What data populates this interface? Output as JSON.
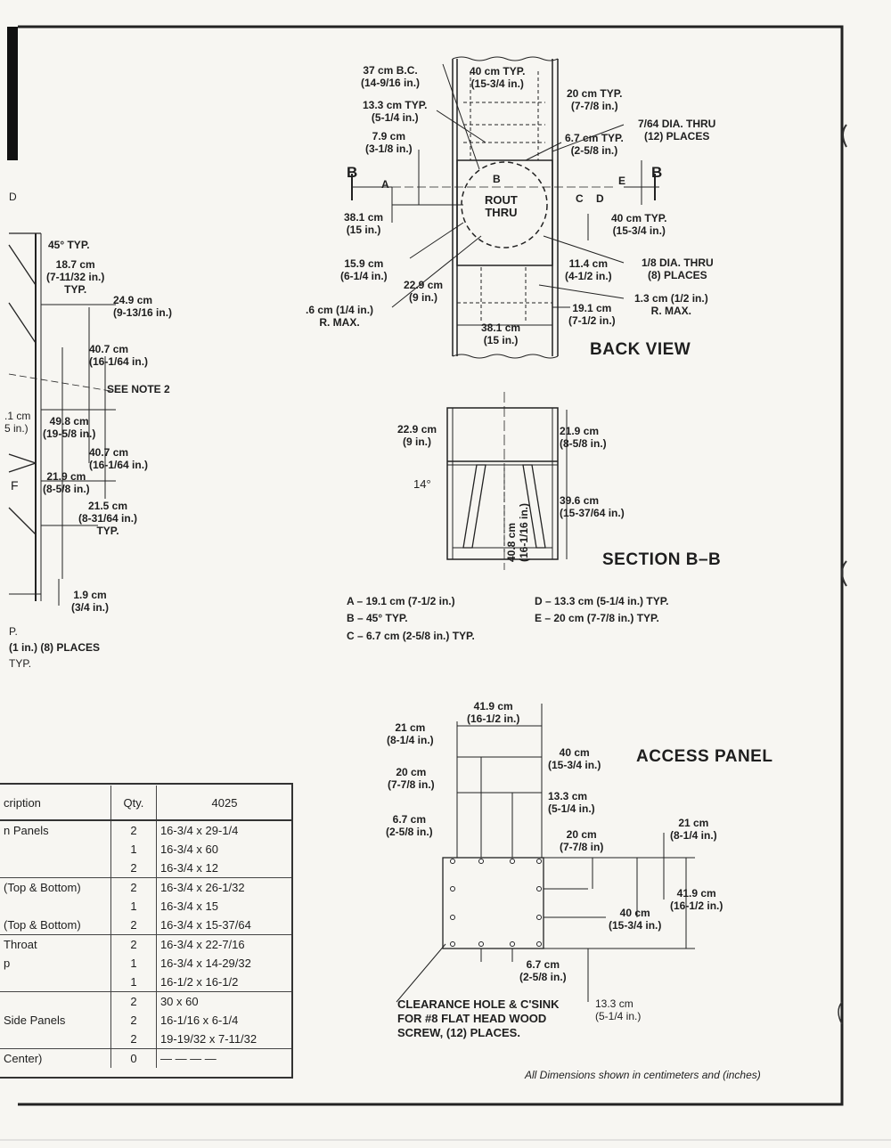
{
  "back_view": {
    "title": "BACK VIEW",
    "labels": {
      "bc": "37 cm B.C.",
      "bc_in": "(14-9/16 in.)",
      "w40": "40 cm TYP.",
      "w40_in": "(15-3/4 in.)",
      "t13": "13.3 cm TYP.",
      "t13_in": "(5-1/4 in.)",
      "t20": "20 cm TYP.",
      "t20_in": "(7-7/8 in.)",
      "hole764": "7/64 DIA. THRU",
      "hole764_pl": "(12) PLACES",
      "t79": "7.9 cm",
      "t79_in": "(3-1/8 in.)",
      "t67": "6.7 cm TYP.",
      "t67_in": "(2-5/8 in.)",
      "sec_b": "B",
      "a": "A",
      "b": "B",
      "c": "C",
      "d": "D",
      "e": "E",
      "rout": "ROUT",
      "thru": "THRU",
      "t381": "38.1 cm",
      "t381_in": "(15 in.)",
      "t40b": "40 cm TYP.",
      "t40b_in": "(15-3/4 in.)",
      "t159": "15.9 cm",
      "t159_in": "(6-1/4 in.)",
      "t229": "22.9 cm",
      "t229_in": "(9 in.)",
      "t114": "11.4 cm",
      "t114_in": "(4-1/2 in.)",
      "hole18": "1/8 DIA. THRU",
      "hole18_pl": "(8) PLACES",
      "t13cm": "1.3 cm (1/2 in.)",
      "rmax": "R. MAX.",
      "t06": ".6 cm (1/4 in.)",
      "rmax2": "R. MAX.",
      "t191": "19.1 cm",
      "t191_in": "(7-1/2 in.)",
      "t381b": "38.1 cm",
      "t381b_in": "(15 in.)"
    }
  },
  "section_bb": {
    "title": "SECTION B–B",
    "labels": {
      "t229": "22.9 cm",
      "t229_in": "(9 in.)",
      "t219": "21.9 cm",
      "t219_in": "(8-5/8 in.)",
      "angle": "14°",
      "t396": "39.6 cm",
      "t396_in": "(15-37/64 in.)",
      "t408": "40.8 cm",
      "t408_in": "(16-1/16 in.)"
    }
  },
  "legend": [
    "A – 19.1 cm (7-1/2 in.)",
    "B – 45° TYP.",
    "C – 6.7 cm (2-5/8 in.) TYP.",
    "D – 13.3 cm (5-1/4 in.) TYP.",
    "E – 20 cm (7-7/8 in.) TYP."
  ],
  "access_panel": {
    "title": "ACCESS PANEL",
    "labels": {
      "t419": "41.9 cm",
      "t419_in": "(16-1/2 in.)",
      "t21": "21 cm",
      "t21_in": "(8-1/4 in.)",
      "t40": "40 cm",
      "t40_in": "(15-3/4 in.)",
      "t20": "20 cm",
      "t20_in": "(7-7/8 in.)",
      "t133": "13.3 cm",
      "t133_in": "(5-1/4 in.)",
      "t67": "6.7 cm",
      "t67_in": "(2-5/8 in.)",
      "t20b": "20 cm",
      "t20b_in": "(7-7/8 in)",
      "t21r": "21 cm",
      "t21r_in": "(8-1/4 in.)",
      "t419r": "41.9 cm",
      "t419r_in": "(16-1/2 in.)",
      "t40c": "40 cm",
      "t40c_in": "(15-3/4 in.)",
      "t67b": "6.7 cm",
      "t67b_in": "(2-5/8 in.)",
      "clear1": "CLEARANCE HOLE & C'SINK",
      "clear2": "FOR #8 FLAT HEAD WOOD",
      "clear3": "SCREW, (12) PLACES.",
      "t133b": "13.3 cm",
      "t133b_in": "(5-1/4 in.)"
    }
  },
  "left_fragment": {
    "labels": {
      "d": "D",
      "t45": "45° TYP.",
      "t187": "18.7 cm",
      "t187_in": "(7-11/32 in.)",
      "typ1": "TYP.",
      "t249": "24.9 cm",
      "t249_in": "(9-13/16 in.)",
      "t407": "40.7 cm",
      "t407_in": "(16-1/64 in.)",
      "note2": "SEE NOTE 2",
      "t1cm": ".1 cm",
      "t5in": "5 in.)",
      "t498": "49.8 cm",
      "t498_in": "(19-5/8 in.)",
      "t407b": "40.7 cm",
      "t407b_in": "(16-1/64 in.)",
      "t219": "21.9 cm",
      "t219_in": "(8-5/8 in.)",
      "f": "F",
      "t215": "21.5 cm",
      "t215_in": "(8-31/64 in.)",
      "typ2": "TYP.",
      "t19": "1.9 cm",
      "t19_in": "(3/4 in.)",
      "p": "P.",
      "places": "(1 in.) (8) PLACES",
      "typ3": "TYP."
    }
  },
  "parts_table": {
    "headers": [
      "cription",
      "Qty.",
      "4025"
    ],
    "rows": [
      {
        "desc": "n Panels",
        "qty": "2",
        "dim": "16-3/4 x 29-1/4",
        "group_start": true
      },
      {
        "desc": "",
        "qty": "1",
        "dim": "16-3/4 x 60",
        "group_start": false
      },
      {
        "desc": "",
        "qty": "2",
        "dim": "16-3/4 x 12",
        "group_start": false
      },
      {
        "desc": "(Top & Bottom)",
        "qty": "2",
        "dim": "16-3/4 x 26-1/32",
        "group_start": true
      },
      {
        "desc": "",
        "qty": "1",
        "dim": "16-3/4 x 15",
        "group_start": false
      },
      {
        "desc": "(Top & Bottom)",
        "qty": "2",
        "dim": "16-3/4 x 15-37/64",
        "group_start": false
      },
      {
        "desc": "Throat",
        "qty": "2",
        "dim": "16-3/4 x 22-7/16",
        "group_start": true
      },
      {
        "desc": "p",
        "qty": "1",
        "dim": "16-3/4 x 14-29/32",
        "group_start": false
      },
      {
        "desc": "",
        "qty": "1",
        "dim": "16-1/2 x 16-1/2",
        "group_start": false
      },
      {
        "desc": "",
        "qty": "2",
        "dim": "30 x 60",
        "group_start": true
      },
      {
        "desc": "Side Panels",
        "qty": "2",
        "dim": "16-1/16 x 6-1/4",
        "group_start": false
      },
      {
        "desc": "",
        "qty": "2",
        "dim": "19-19/32 x 7-11/32",
        "group_start": false
      },
      {
        "desc": "Center)",
        "qty": "0",
        "dim": "— — — —",
        "group_start": true
      }
    ]
  },
  "footer_note": "All Dimensions shown in centimeters and (inches)",
  "colors": {
    "ink": "#1e1e1e",
    "paper": "#f7f6f2"
  }
}
